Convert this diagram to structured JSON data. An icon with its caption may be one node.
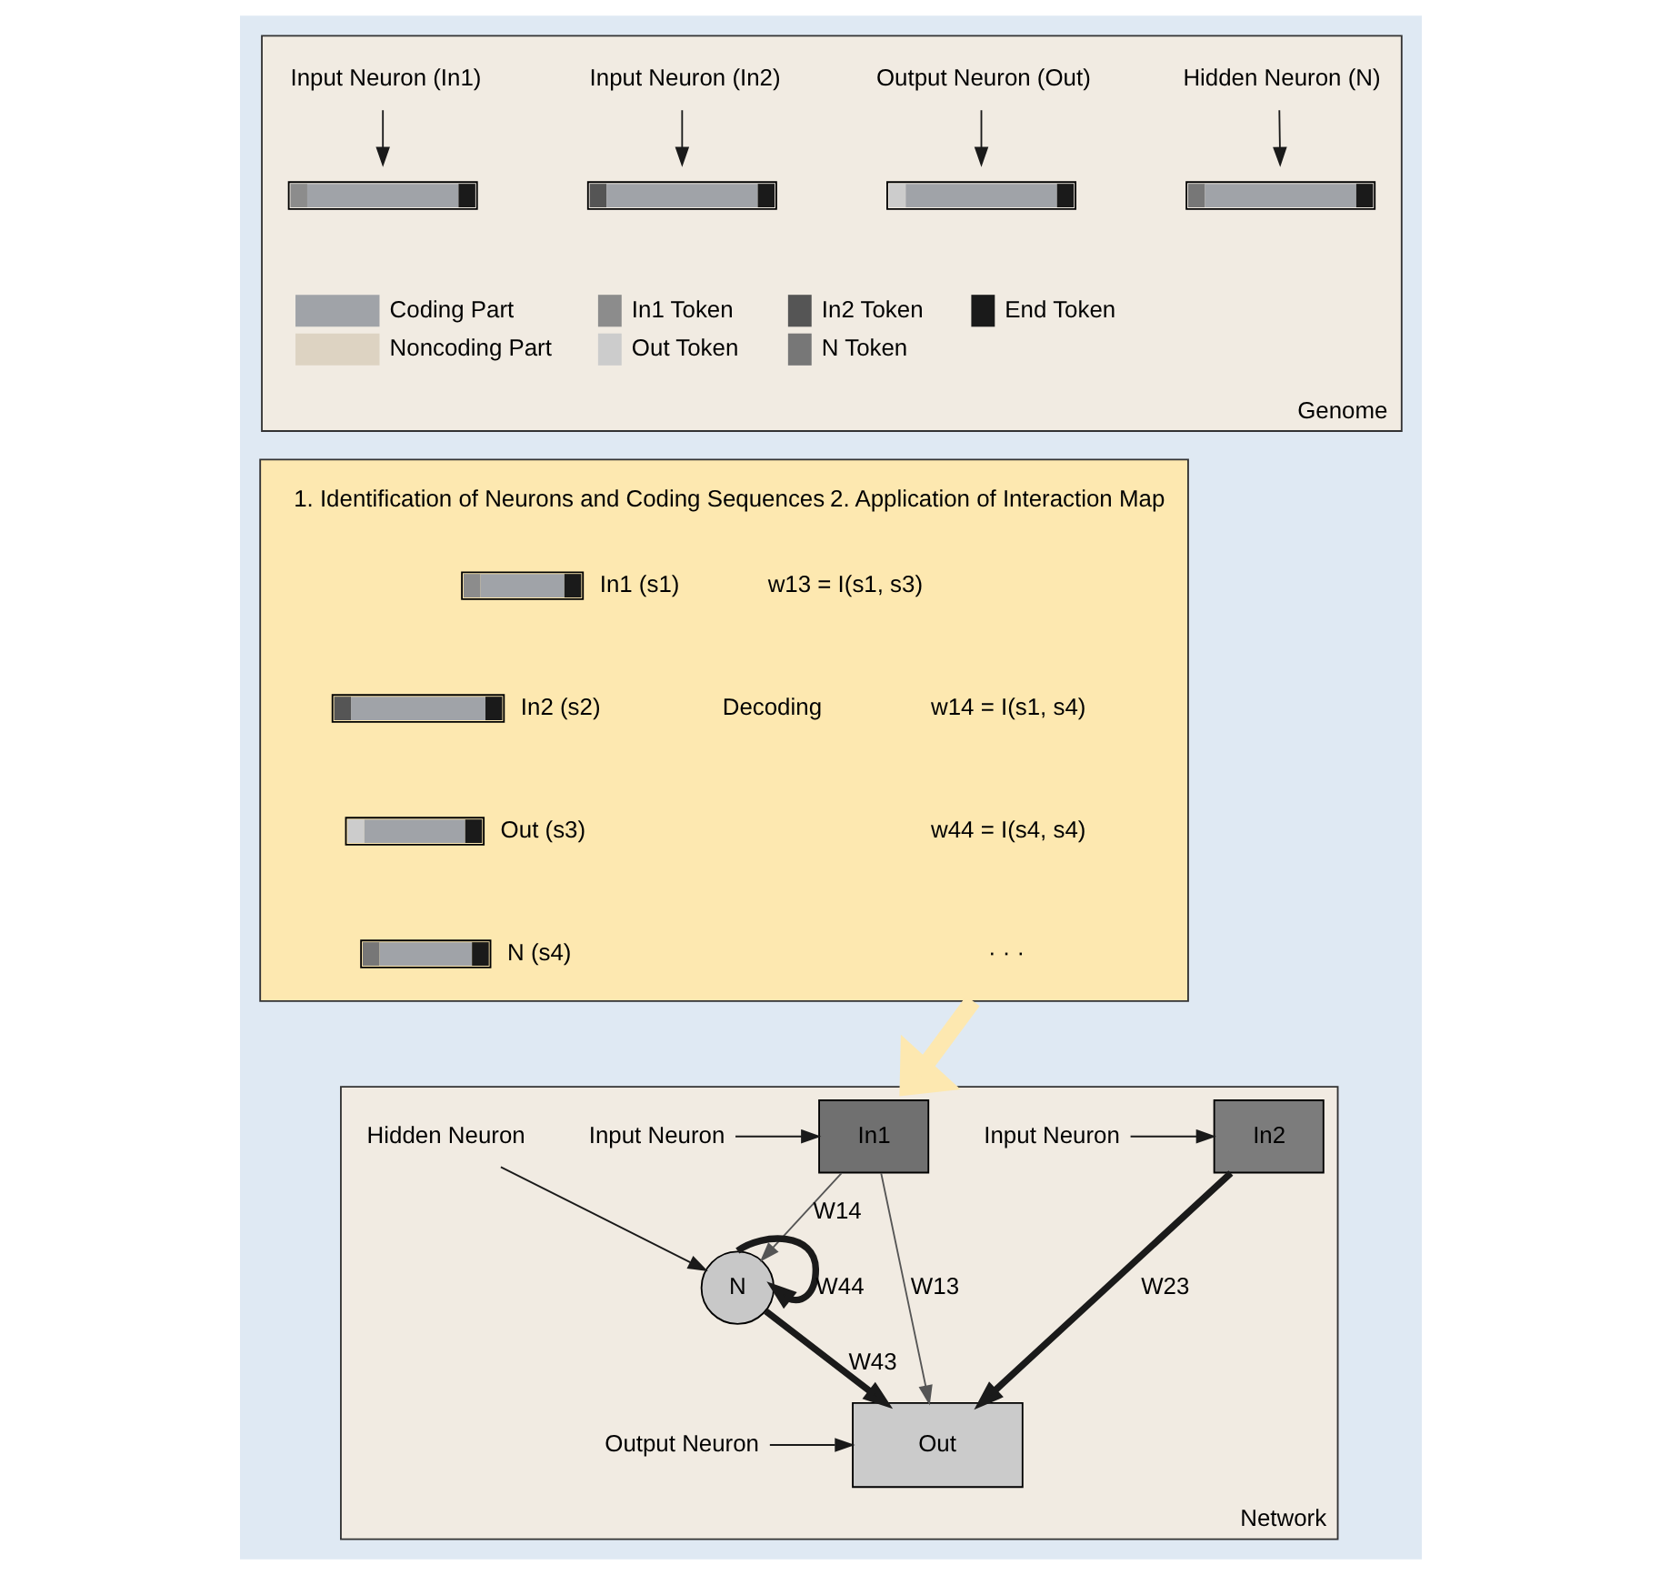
{
  "diagram": {
    "nodes": [
      {
        "text": [
          "Genome"
        ]
      },
      {
        "text": [
          "Input Neuron (In1)"
        ],
        "in": 0
      },
      {
        "text": [
          "Input Neuron (In2)"
        ],
        "in": 0
      },
      {
        "text": [
          "Output Neuron (Out)"
        ],
        "in": 0
      },
      {
        "text": [
          "Hidden Neuron (N)"
        ],
        "in": 0
      },
      {
        "text": [],
        "shape": "bar",
        "in": 0
      },
      {
        "text": [],
        "shape": "bar",
        "in": 0
      },
      {
        "text": [],
        "shape": "bar",
        "in": 0
      },
      {
        "text": [],
        "shape": "bar",
        "in": 0
      },
      {
        "text": [
          "1. Identification of Neurons and Coding Sequences",
          "2. Application of Interaction Map"
        ]
      },
      {
        "text": [
          "In1 (s1)"
        ],
        "in": 9
      },
      {
        "text": [
          "In2 (s2)"
        ],
        "in": 9
      },
      {
        "text": [
          "Out (s3)"
        ],
        "in": 9
      },
      {
        "text": [
          "N (s4)"
        ],
        "in": 9
      },
      {
        "text": [
          "w13 = I(s1, s3)"
        ],
        "in": 9
      },
      {
        "text": [
          "w14 = I(s1, s4)"
        ],
        "in": 9
      },
      {
        "text": [
          "w44 = I(s4, s4)"
        ],
        "in": 9
      },
      {
        "text": [
          "· · ·"
        ],
        "in": 9
      },
      {
        "text": [
          "Network"
        ]
      },
      {
        "text": [
          "In1"
        ],
        "in": 18
      },
      {
        "text": [
          "In2"
        ],
        "in": 18
      },
      {
        "text": [
          "N"
        ],
        "in": 18
      },
      {
        "text": [
          "Out"
        ],
        "in": 18
      },
      {
        "text": [
          "Input Neuron"
        ],
        "in": 18
      },
      {
        "text": [
          "Hidden Neuron"
        ],
        "in": 18
      },
      {
        "text": [
          "Input Neuron"
        ],
        "in": 18
      },
      {
        "text": [
          "Output Neuron"
        ],
        "in": 18
      }
    ],
    "edges": [
      {
        "from": 1,
        "to": 5,
        "arrow": "to"
      },
      {
        "from": 2,
        "to": 6,
        "arrow": "to"
      },
      {
        "from": 3,
        "to": 7,
        "arrow": "to"
      },
      {
        "from": 4,
        "to": 8,
        "arrow": "to"
      },
      {
        "from": 9,
        "to": 18,
        "arrow": "to",
        "style": "thick",
        "color": "#fde8b0"
      },
      {
        "from": 19,
        "to": 21,
        "arrow": "to",
        "label": "W14",
        "color": "#555555"
      },
      {
        "from": 19,
        "to": 22,
        "arrow": "to",
        "label": "W13",
        "color": "#555555"
      },
      {
        "from": 21,
        "to": 21,
        "arrow": "to",
        "label": "W44",
        "style": "thick"
      },
      {
        "from": 21,
        "to": 22,
        "arrow": "to",
        "label": "W43",
        "style": "thick"
      },
      {
        "from": 20,
        "to": 22,
        "arrow": "to",
        "label": "W23",
        "style": "thick"
      },
      {
        "from": 23,
        "to": 19,
        "arrow": "to"
      },
      {
        "from": 24,
        "to": 21,
        "arrow": "to"
      },
      {
        "from": 25,
        "to": 20,
        "arrow": "to"
      },
      {
        "from": 26,
        "to": 22,
        "arrow": "to"
      }
    ],
    "labels": [
      "Decoding"
    ],
    "legend": [
      {
        "text": "Coding Part"
      },
      {
        "text": "In1 Token",
        "color": "#8c8c8c"
      },
      {
        "text": "In2 Token"
      },
      {
        "text": "End Token",
        "color": "#1a1a1a"
      },
      {
        "text": "Noncoding Part"
      },
      {
        "text": "Out Token",
        "color": "#cccccc"
      },
      {
        "text": "N Token"
      }
    ]
  }
}
